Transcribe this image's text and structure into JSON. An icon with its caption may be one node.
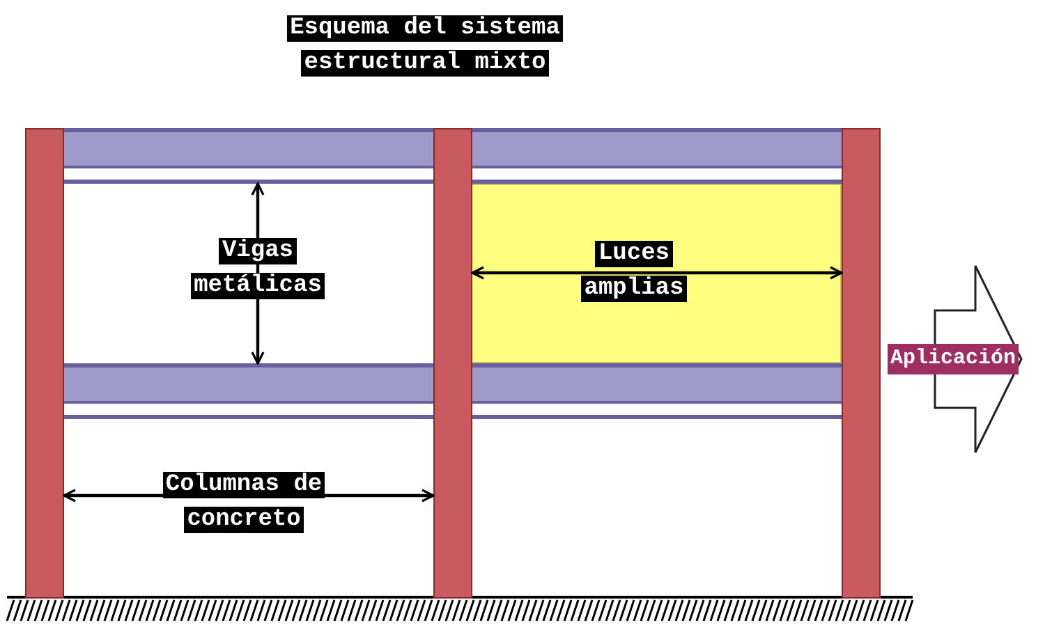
{
  "diagram": {
    "title": "Esquema del sistema estructural mixto",
    "nodes": [
      {
        "text": [],
        "shape": "bar"
      },
      {
        "text": [],
        "shape": "bar"
      },
      {
        "text": [],
        "shape": "bar"
      },
      {
        "text": [],
        "shape": "bar"
      },
      {
        "text": [],
        "shape": "bar"
      },
      {
        "text": [],
        "shape": "bar"
      },
      {
        "text": [],
        "shape": "bar"
      },
      {
        "text": [
          "Aplicación"
        ]
      }
    ],
    "edges": [
      {
        "from": 3,
        "to": 4,
        "arrow": "both",
        "label": "Vigas metálicas"
      },
      {
        "from": 1,
        "to": 2,
        "arrow": "both",
        "label": "Luces amplias"
      },
      {
        "from": 0,
        "to": 1,
        "arrow": "both",
        "label": "Columnas de concreto"
      }
    ]
  }
}
